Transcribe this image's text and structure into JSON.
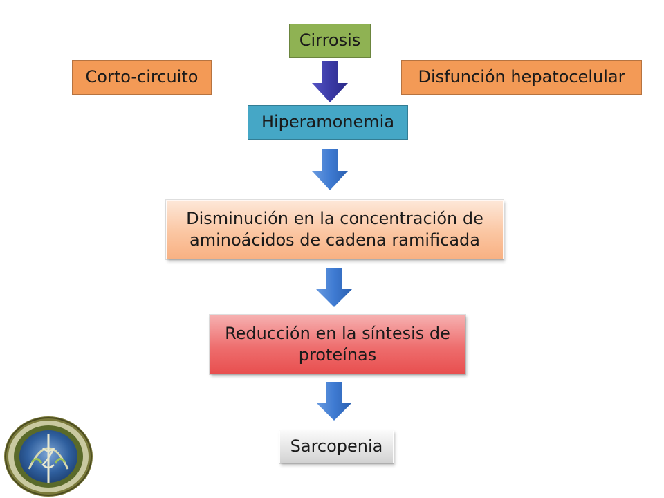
{
  "diagram": {
    "nodes": {
      "cirrosis": "Cirrosis",
      "corto_circuito": "Corto-circuito",
      "disfuncion": "Disfunción hepatocelular",
      "hiperamonemia": "Hiperamonemia",
      "disminucion": [
        "Disminución en la concentración de",
        "aminoácidos de cadena ramificada"
      ],
      "reduccion": [
        "Reducción en la síntesis de",
        "proteínas"
      ],
      "sarcopenia": "Sarcopenia"
    },
    "edges": [
      {
        "from": "cirrosis",
        "to": "hiperamonemia"
      },
      {
        "from": "hiperamonemia",
        "to": "disminucion"
      },
      {
        "from": "disminucion",
        "to": "reduccion"
      },
      {
        "from": "reduccion",
        "to": "sarcopenia"
      }
    ],
    "colors": {
      "cirrosis": "#8fb253",
      "corto_circuito": "#f39a56",
      "disfuncion": "#f39a56",
      "hiperamonemia": "#45a7c6",
      "disminucion": "#f8b183",
      "reduccion": "#e84f4f",
      "sarcopenia": "#d2d2d2",
      "arrow_dark": "#3b3aa6",
      "arrow_blue": "#3f7bd2"
    },
    "logo": {
      "name": "institution-seal"
    }
  }
}
